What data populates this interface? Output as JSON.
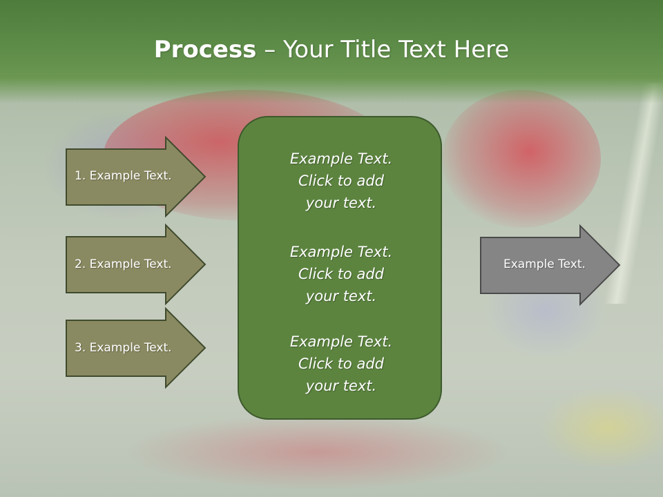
{
  "slide": {
    "title_bold": "Process",
    "title_rest": " – Your Title Text Here"
  },
  "left_arrows": [
    {
      "label": "1. Example Text."
    },
    {
      "label": "2. Example Text."
    },
    {
      "label": "3. Example Text."
    }
  ],
  "center_box": {
    "items": [
      {
        "lines": [
          "Example Text.",
          "Click  to add",
          "your text."
        ]
      },
      {
        "lines": [
          "Example Text.",
          "Click  to add",
          "your text."
        ]
      },
      {
        "lines": [
          "Example Text.",
          "Click  to add",
          "your text."
        ]
      }
    ]
  },
  "right_arrow": {
    "label": "Example Text."
  },
  "colors": {
    "header_green": "#5d8c48",
    "left_arrow_fill": "#8a8a62",
    "center_box_fill": "#5c843f",
    "right_arrow_fill": "#858585"
  }
}
